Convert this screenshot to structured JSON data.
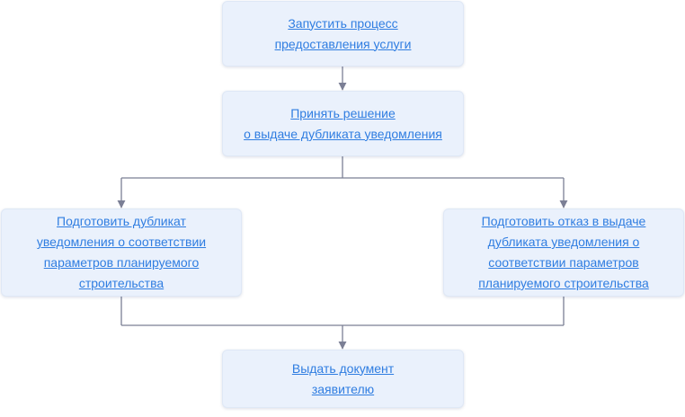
{
  "nodes": {
    "start": {
      "lines": [
        "Запустить процесс",
        "предоставления услуги"
      ]
    },
    "decide": {
      "lines": [
        "Принять решение",
        "о выдаче дубликата уведомления"
      ]
    },
    "prepare_duplicate": {
      "lines": [
        "Подготовить дубликат",
        "уведомления о соответствии",
        "параметров планируемого",
        "строительства"
      ]
    },
    "prepare_refusal": {
      "lines": [
        "Подготовить отказ в выдаче",
        "дубликата уведомления о",
        "соответствии параметров",
        "планируемого строительства"
      ]
    },
    "issue": {
      "lines": [
        "Выдать документ",
        "заявителю"
      ]
    }
  },
  "colors": {
    "node_fill": "#eaf1fc",
    "link_text": "#2f7de1",
    "connector": "#7b7f95"
  }
}
